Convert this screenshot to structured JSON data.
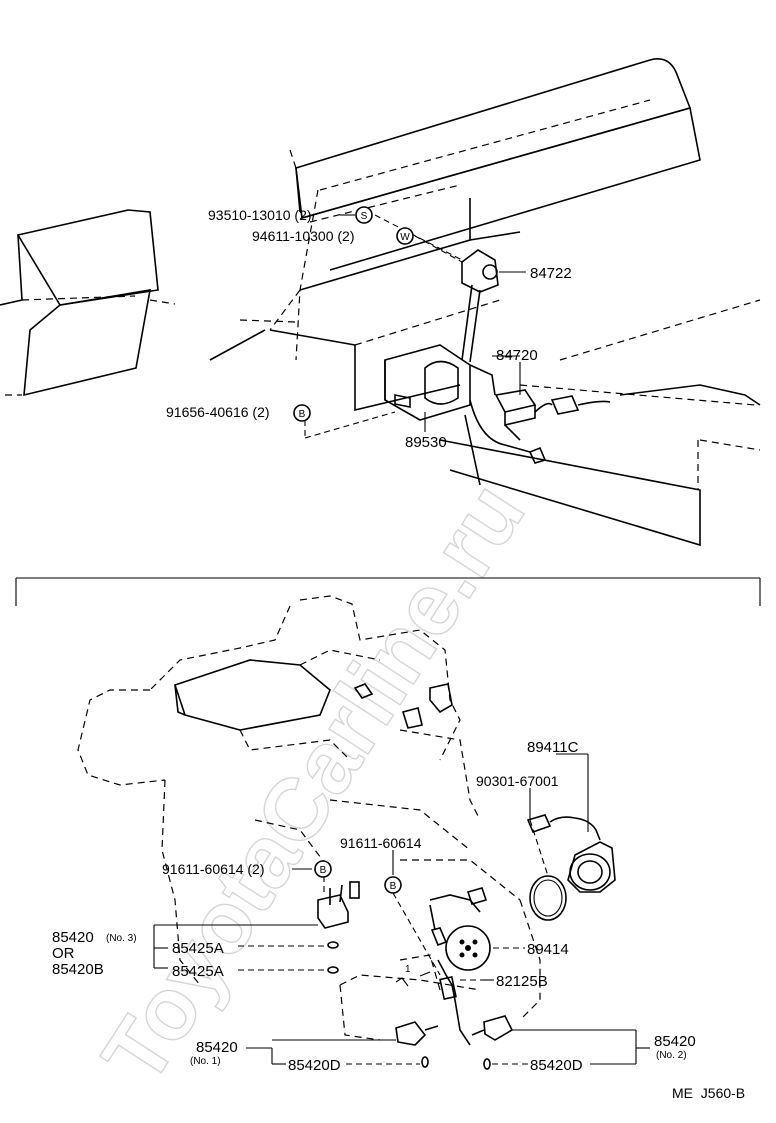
{
  "watermark": "ToyotaCarline.ru",
  "diagram_code": "ME  J560-B",
  "upper": {
    "labels": {
      "p93510": "93510-13010 (2)",
      "p94611": "94611-10300 (2)",
      "p84722": "84722",
      "p84720": "84720",
      "p91656": "91656-40616 (2)",
      "p89530": "89530"
    },
    "markers": {
      "s": "S",
      "w": "W",
      "b": "B"
    }
  },
  "lower": {
    "labels": {
      "p89411c": "89411C",
      "p90301": "90301-67001",
      "p91611_left": "91611-60614 (2)",
      "p91611_mid": "91611-60614",
      "p85420_no3": "85420",
      "no3": "(No. 3)",
      "or": "OR",
      "p85420b": "85420B",
      "p85425a_1": "85425A",
      "p85425a_2": "85425A",
      "p89414": "89414",
      "p82125b": "82125B",
      "p85420_no1": "85420",
      "no1": "(No. 1)",
      "p85420d_left": "85420D",
      "p85420_no2": "85420",
      "no2": "(No. 2)",
      "p85420d_right": "85420D",
      "tick_one": "1"
    },
    "markers": {
      "b_left": "B",
      "b_mid": "B"
    }
  }
}
